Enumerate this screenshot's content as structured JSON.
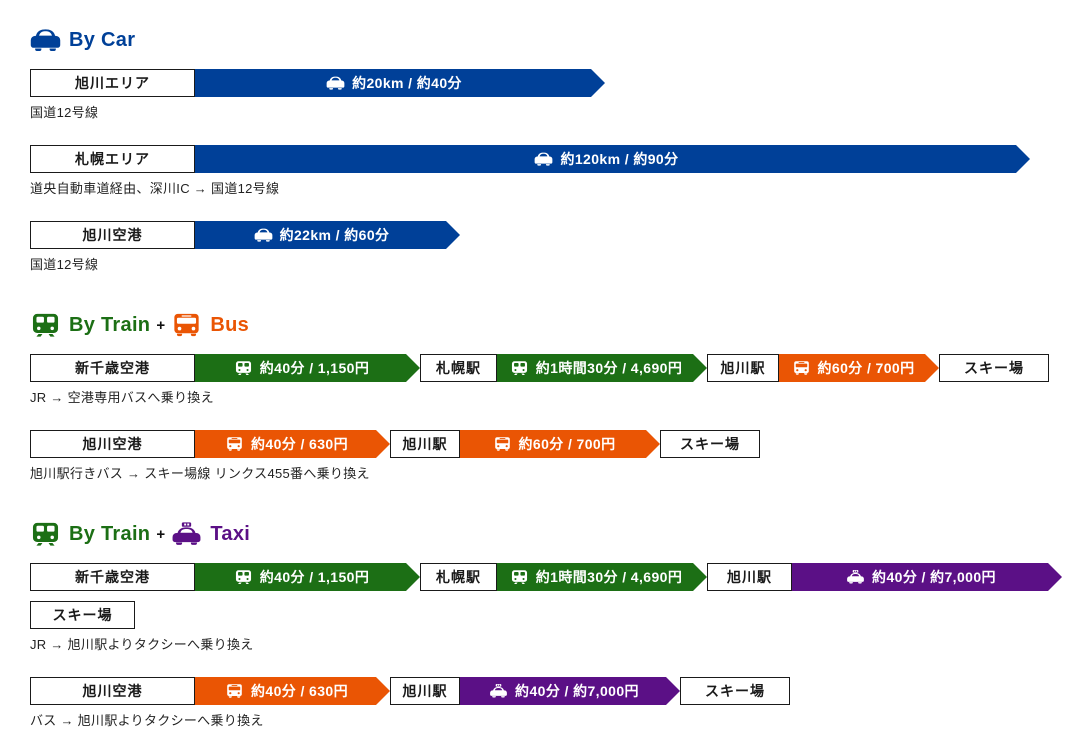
{
  "colors": {
    "car": "#004098",
    "train": "#1C6F15",
    "bus": "#EA5504",
    "taxi": "#5B1086"
  },
  "car": {
    "title": "By Car",
    "rows": [
      {
        "from": "旭川エリア",
        "leg": "約20km / 約40分",
        "note": "国道12号線"
      },
      {
        "from": "札幌エリア",
        "leg": "約120km / 約90分",
        "note": "道央自動車道経由、深川IC → 国道12号線"
      },
      {
        "from": "旭川空港",
        "leg": "約22km / 約60分",
        "note": "国道12号線"
      }
    ]
  },
  "train_bus": {
    "title": {
      "train": "By Train",
      "plus": "+",
      "bus": "Bus"
    },
    "rows": [
      {
        "stop0": "新千歳空港",
        "leg0": "約40分 / 1,150円",
        "stop1": "札幌駅",
        "leg1": "約1時間30分 / 4,690円",
        "stop2": "旭川駅",
        "leg2": "約60分 / 700円",
        "stop3": "スキー場",
        "note": "JR → 空港専用バスへ乗り換え"
      },
      {
        "stop0": "旭川空港",
        "leg0": "約40分 / 630円",
        "stop1": "旭川駅",
        "leg1": "約60分 / 700円",
        "stop2": "スキー場",
        "note": "旭川駅行きバス → スキー場線 リンクス455番へ乗り換え"
      }
    ]
  },
  "train_taxi": {
    "title": {
      "train": "By Train",
      "plus": "+",
      "taxi": "Taxi"
    },
    "rows": [
      {
        "stop0": "新千歳空港",
        "leg0": "約40分 / 1,150円",
        "stop1": "札幌駅",
        "leg1": "約1時間30分 / 4,690円",
        "stop2": "旭川駅",
        "leg2": "約40分 / 約7,000円",
        "stop3": "スキー場",
        "note": "JR → 旭川駅よりタクシーへ乗り換え"
      },
      {
        "stop0": "旭川空港",
        "leg0": "約40分 / 630円",
        "stop1": "旭川駅",
        "leg1": "約40分 / 約7,000円",
        "stop2": "スキー場",
        "note": "バス → 旭川駅よりタクシーへ乗り換え"
      }
    ]
  }
}
